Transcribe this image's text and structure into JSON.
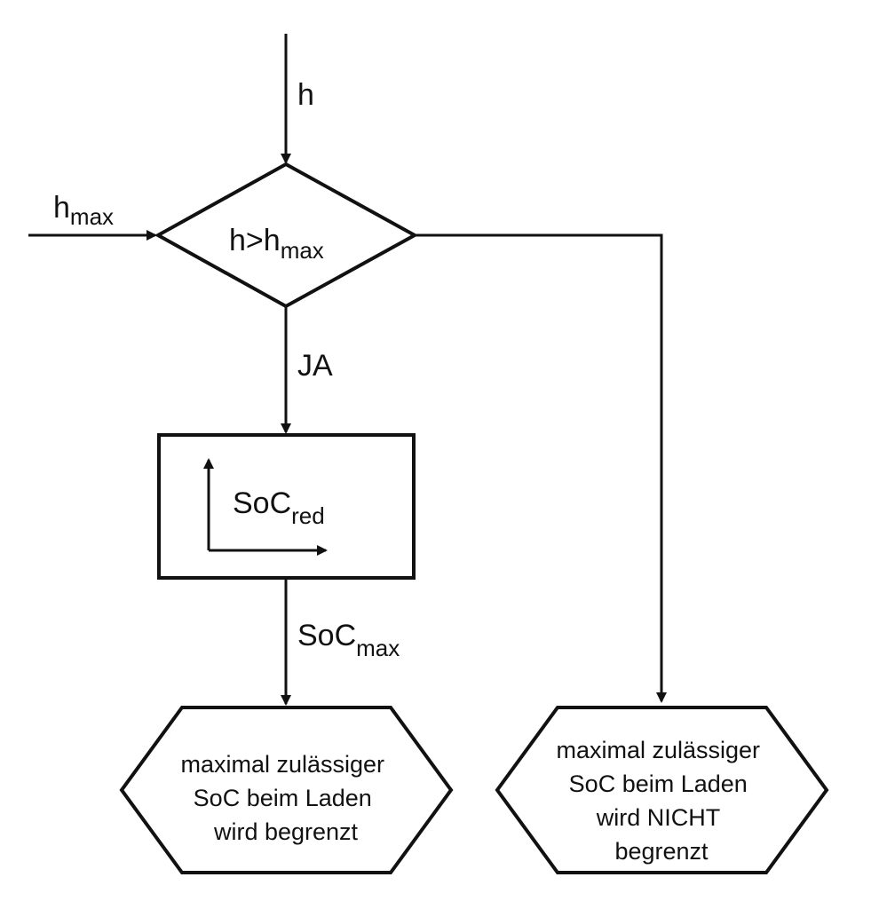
{
  "input_h": {
    "base": "h"
  },
  "input_hmax": {
    "base": "h",
    "sub": "max"
  },
  "decision": {
    "base": "h>h",
    "sub": "max"
  },
  "yes_label": "JA",
  "process": {
    "base": "SoC",
    "sub": "red"
  },
  "output_socmax": {
    "base": "SoC",
    "sub": "max"
  },
  "result_limited": {
    "lines": [
      "maximal zulässiger",
      "SoC beim Laden",
      "wird begrenzt"
    ]
  },
  "result_not_limited": {
    "lines": [
      "maximal zulässiger",
      "SoC beim Laden",
      "wird NICHT",
      "begrenzt"
    ]
  },
  "colors": {
    "line": "#111111",
    "background": "#ffffff"
  }
}
